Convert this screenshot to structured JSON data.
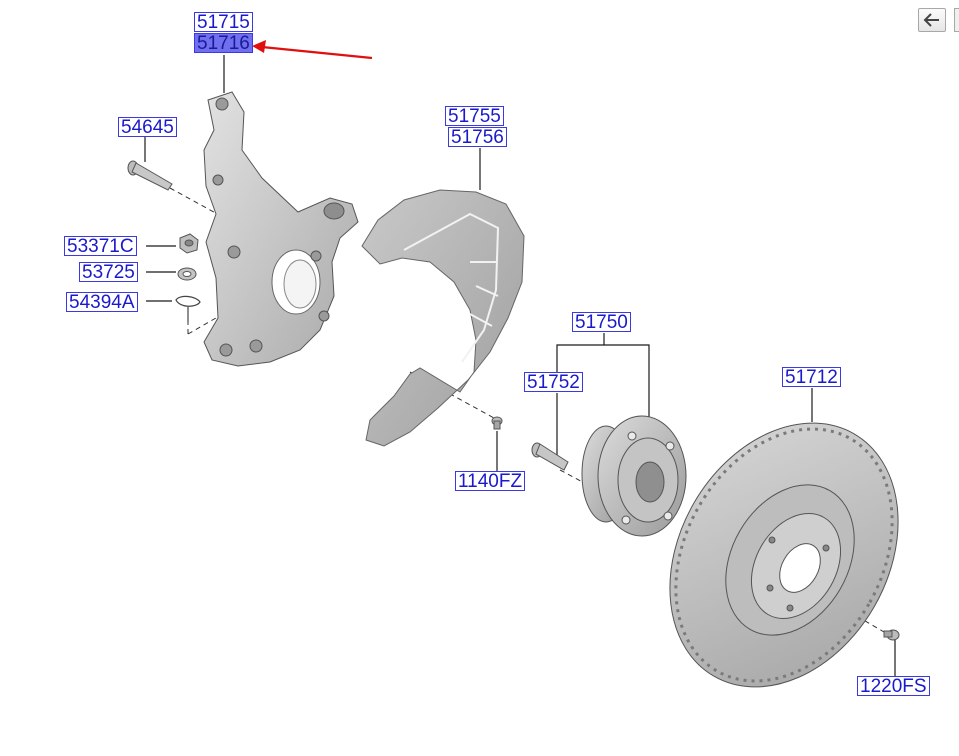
{
  "labels": {
    "p51715": "51715",
    "p51716": "51716",
    "p54645": "54645",
    "p53371C": "53371C",
    "p53725": "53725",
    "p54394A": "54394A",
    "p51755": "51755",
    "p51756": "51756",
    "p51750": "51750",
    "p51752": "51752",
    "p1140FZ": "1140FZ",
    "p51712": "51712",
    "p1220FS": "1220FS"
  },
  "selected_part": "51716",
  "toolbar": {
    "back_icon": "arrow-left-icon"
  },
  "colors": {
    "label_text": "#1a1acc",
    "label_border": "#3a3ae0",
    "selected_fill": "#6f6ff0",
    "pointer_arrow": "#e01010",
    "part_fill": "#c8c8c8",
    "line": "#1a1a1a"
  }
}
